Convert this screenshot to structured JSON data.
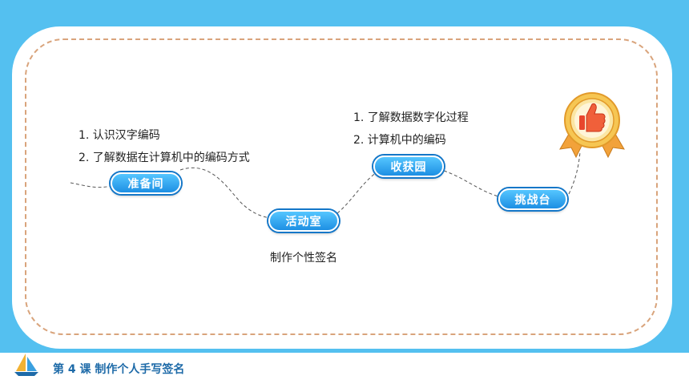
{
  "lesson": {
    "footer_title": "第 4 课  制作个人手写签名"
  },
  "stages": [
    {
      "label": "准备间",
      "items": [
        "1. 认识汉字编码",
        "2. 了解数据在计算机中的编码方式"
      ]
    },
    {
      "label": "活动室",
      "items": [
        "制作个性签名"
      ]
    },
    {
      "label": "收获园",
      "items": [
        "1. 了解数据数字化过程",
        "2.  计算机中的编码"
      ]
    },
    {
      "label": "挑战台",
      "items": []
    }
  ],
  "icons": {
    "medal": "thumbs-up-medal-icon",
    "logo": "sailboat-icon"
  },
  "colors": {
    "background": "#54c0f0",
    "button": "#1d8fe3",
    "dash": "#d9a47c",
    "footer_text": "#1d6aa8"
  }
}
